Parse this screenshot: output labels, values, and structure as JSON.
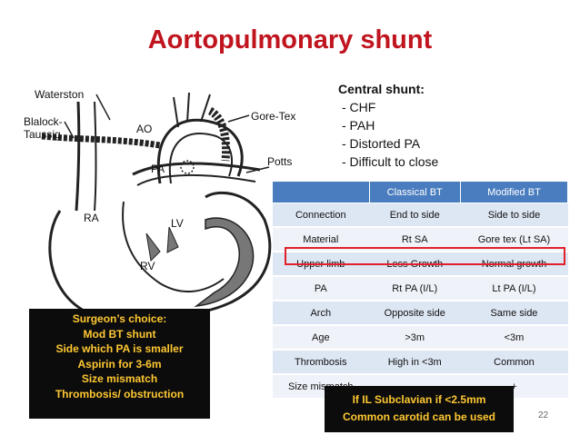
{
  "title": "Aortopulmonary shunt",
  "diagram": {
    "labels": {
      "waterston": "Waterston",
      "blalock": "Blalock-",
      "taussig": "Taussig",
      "ao": "AO",
      "goretex": "Gore-Tex",
      "pa": "PA",
      "potts": "Potts",
      "ra": "RA",
      "lv": "LV",
      "rv": "RV"
    }
  },
  "central_shunt": {
    "heading": "Central shunt:",
    "items": [
      "- CHF",
      "- PAH",
      "- Distorted PA",
      "- Difficult to close"
    ]
  },
  "table": {
    "headers": [
      "",
      "Classical BT",
      "Modified BT"
    ],
    "rows": [
      [
        "Connection",
        "End to side",
        "Side to side"
      ],
      [
        "Material",
        "Rt SA",
        "Gore tex (Lt SA)"
      ],
      [
        "Upper limb",
        "Less Growth",
        "Normal growth"
      ],
      [
        "PA",
        "Rt PA (I/L)",
        "Lt PA (I/L)"
      ],
      [
        "Arch",
        "Opposite side",
        "Same side"
      ],
      [
        "Age",
        ">3m",
        "<3m"
      ],
      [
        "Thrombosis",
        "High in <3m",
        "Common"
      ],
      [
        "Size mismatch",
        "-",
        "+"
      ]
    ]
  },
  "surgeon_choice": {
    "lines": [
      "Surgeon’s choice:",
      "Mod BT shunt",
      "Side which PA is smaller",
      "Aspirin for 3-6m",
      "Size mismatch",
      "Thrombosis/ obstruction"
    ]
  },
  "subclavian_note": {
    "lines": [
      "If IL Subclavian if <2.5mm",
      "Common carotid can be used"
    ]
  },
  "page_number": "22",
  "colors": {
    "title": "#c0141e",
    "table_header": "#4a7dbf",
    "callout_text": "#ffc832",
    "highlight": "#e0202a"
  }
}
